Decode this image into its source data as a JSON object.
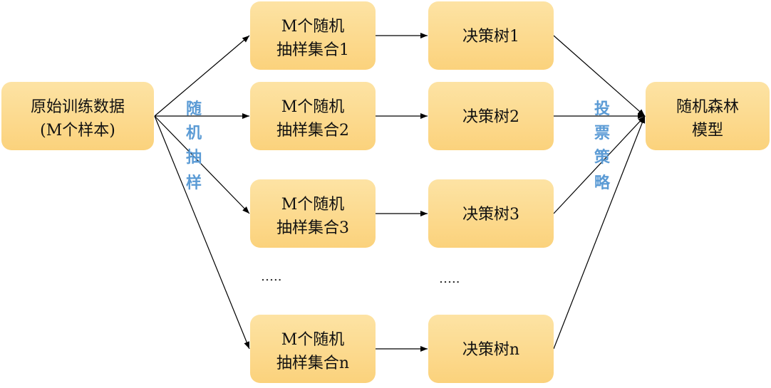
{
  "source": {
    "line1": "原始训练数据",
    "line2": "(M个样本)"
  },
  "samples": [
    {
      "line1": "M个随机",
      "line2": "抽样集合1"
    },
    {
      "line1": "M个随机",
      "line2": "抽样集合2"
    },
    {
      "line1": "M个随机",
      "line2": "抽样集合3"
    },
    {
      "line1": "M个随机",
      "line2": "抽样集合n"
    }
  ],
  "trees": [
    "决策树1",
    "决策树2",
    "决策树3",
    "决策树n"
  ],
  "result": {
    "line1": "随机森林",
    "line2": "模型"
  },
  "labels": {
    "sampling": [
      "随",
      "机",
      "抽",
      "样"
    ],
    "voting": [
      "投",
      "票",
      "策",
      "略"
    ]
  },
  "ellipsis": {
    "samples": "…..",
    "trees": "….."
  },
  "colors": {
    "box_top": "#fde3a4",
    "box_bottom": "#fbd27c",
    "label": "#5b9bd5"
  }
}
